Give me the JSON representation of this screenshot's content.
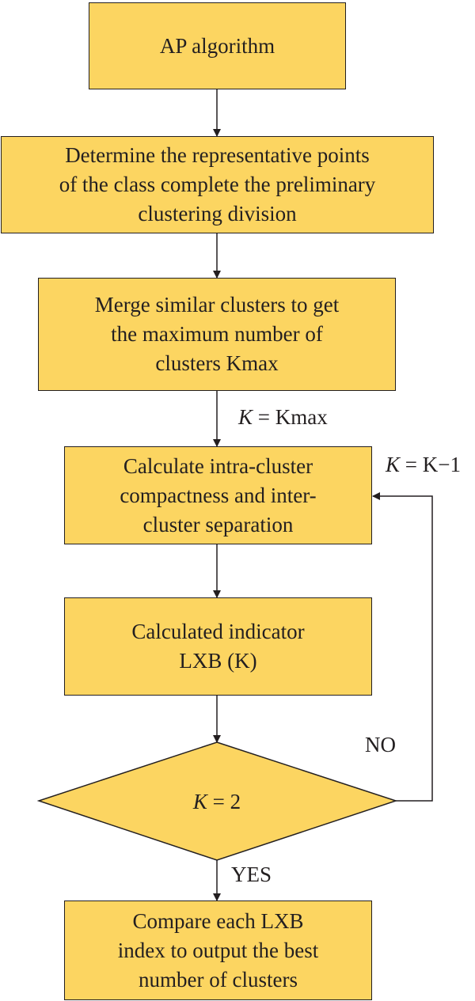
{
  "nodes": {
    "ap_algorithm": "AP algorithm",
    "determine_points": [
      "Determine the representative points",
      "of the class complete the preliminary",
      "clustering division"
    ],
    "merge_clusters": [
      "Merge similar clusters to get",
      "the maximum number of",
      "clusters Kmax"
    ],
    "calculate_compactness": [
      "Calculate intra-cluster",
      "compactness and inter-",
      "cluster separation"
    ],
    "calculated_indicator": [
      "Calculated indicator",
      "LXB (K)"
    ],
    "decision": {
      "var": "K",
      "rest": " = 2"
    },
    "compare_index": [
      "Compare each LXB",
      "index to output the best",
      "number of clusters"
    ]
  },
  "edge_labels": {
    "k_init": {
      "var": "K",
      "rest": " = Kmax"
    },
    "k_decrement": {
      "var": "K",
      "rest": " = K−1"
    },
    "no": "NO",
    "yes": "YES"
  },
  "colors": {
    "box_fill": "#fcd561",
    "stroke": "#231f20"
  }
}
